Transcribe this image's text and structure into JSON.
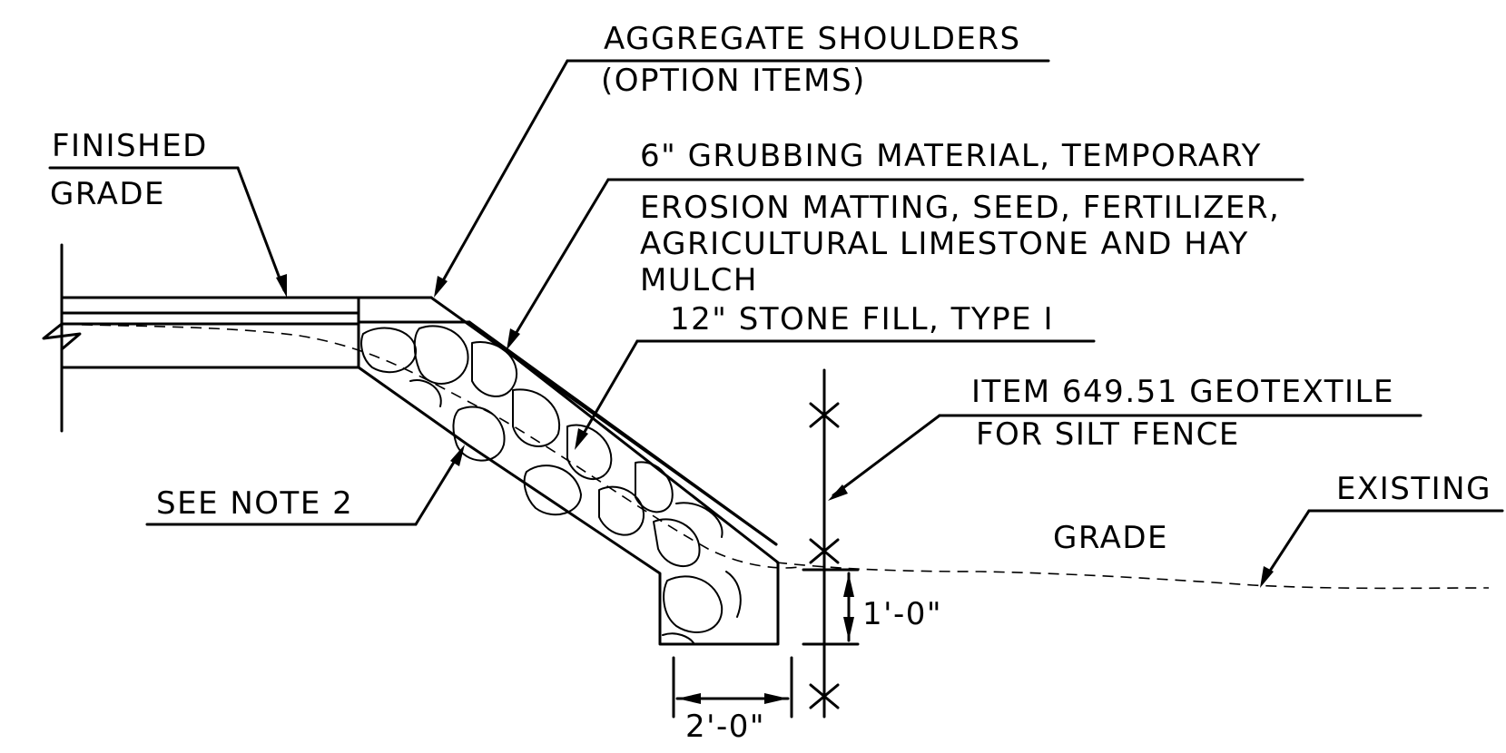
{
  "labels": {
    "aggregate_shoulders": "AGGREGATE SHOULDERS",
    "option_items": "(OPTION ITEMS)",
    "finished": "FINISHED",
    "finished_grade": "GRADE",
    "grubbing": "6\" GRUBBING MATERIAL, TEMPORARY",
    "erosion_line1": "EROSION MATTING, SEED, FERTILIZER,",
    "erosion_line2": "AGRICULTURAL LIMESTONE AND HAY",
    "erosion_line3": "MULCH",
    "stone_fill": "12\" STONE FILL, TYPE I",
    "geotextile_line1": "ITEM 649.51 GEOTEXTILE",
    "geotextile_line2": "FOR SILT FENCE",
    "existing": "EXISTING",
    "existing_grade": "GRADE",
    "see_note": "SEE NOTE 2",
    "dim_depth": "1'-0\"",
    "dim_width": "2'-0\""
  },
  "colors": {
    "ink": "#000000",
    "paper": "#ffffff"
  }
}
